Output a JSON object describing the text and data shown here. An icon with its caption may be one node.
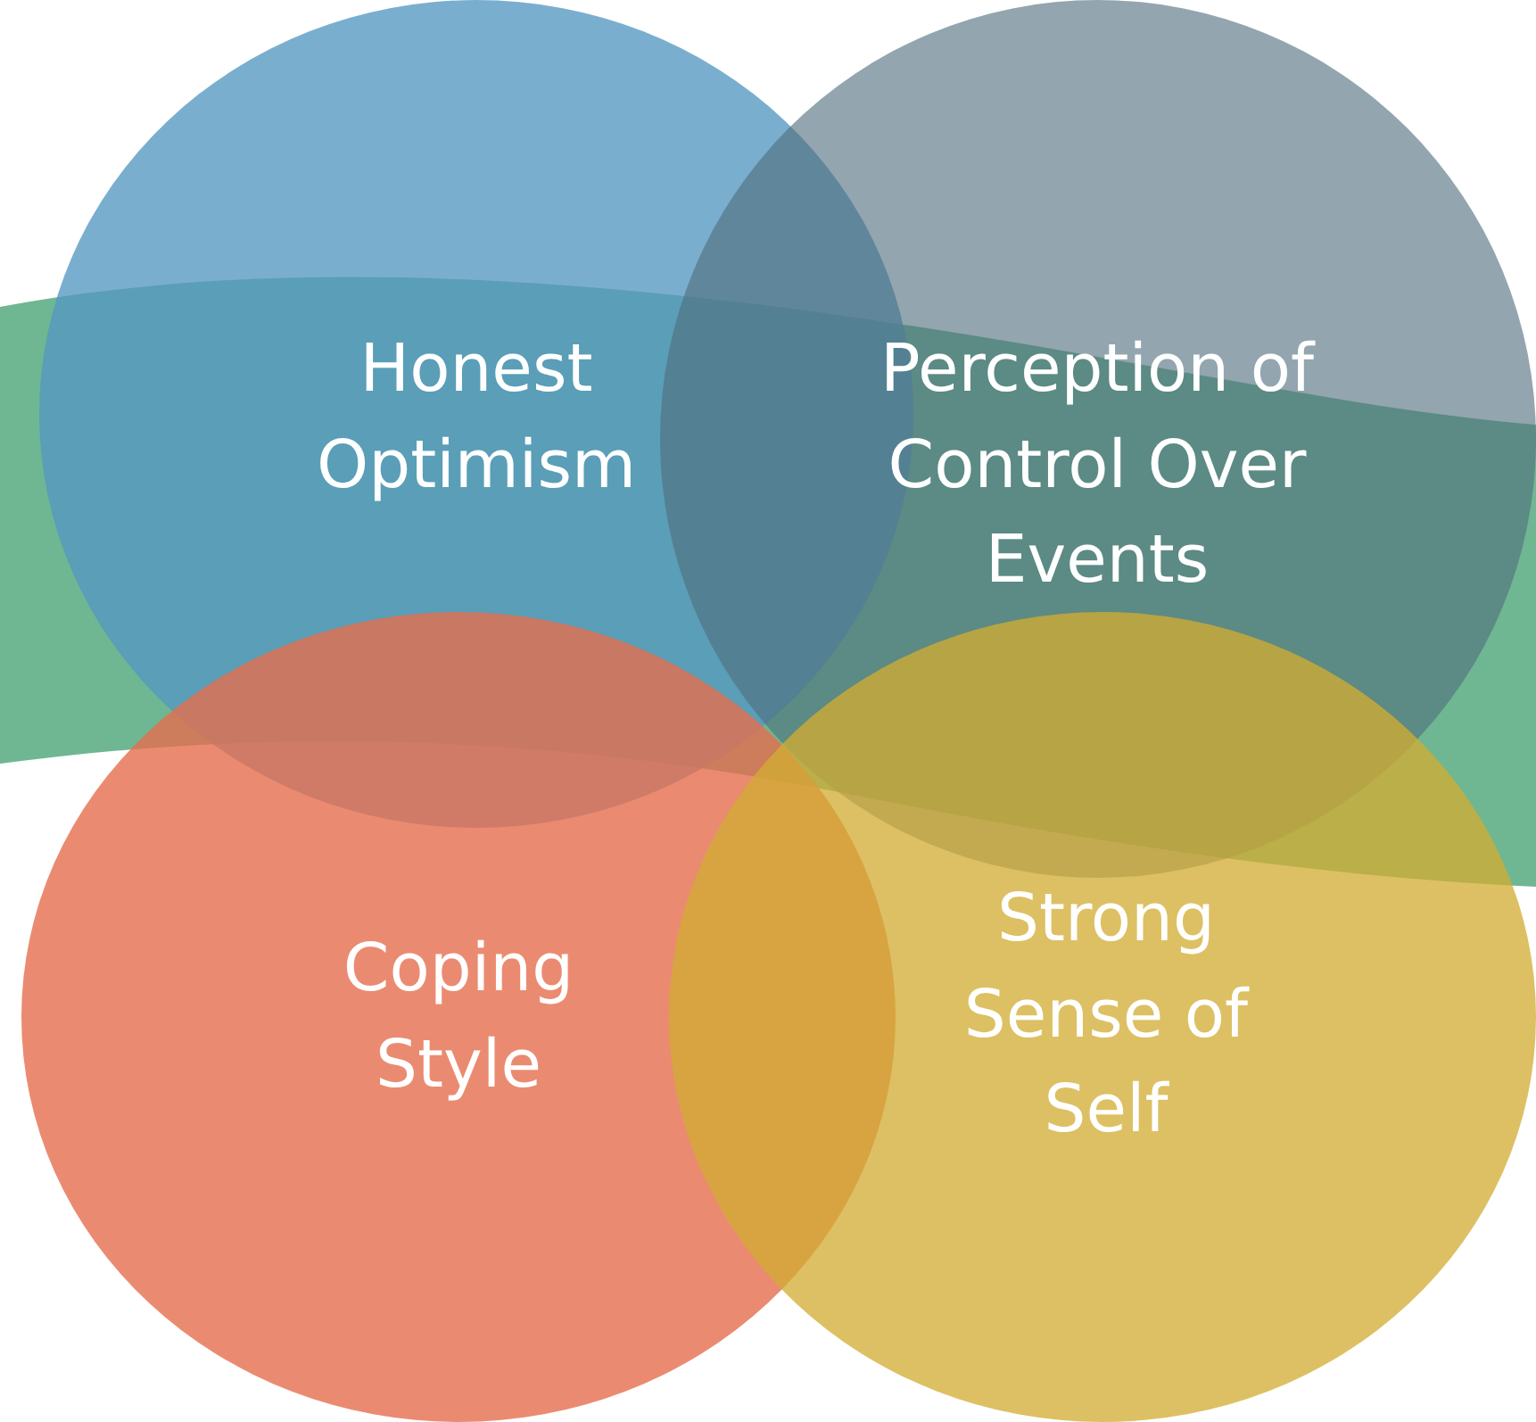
{
  "diagram": {
    "nodes": [
      {
        "text": [
          "Honest Optimism"
        ]
      },
      {
        "text": [
          "Perception of Control Over Events"
        ]
      },
      {
        "text": [
          "Coping Style"
        ]
      },
      {
        "text": [
          "Strong Sense of Self"
        ]
      }
    ]
  }
}
